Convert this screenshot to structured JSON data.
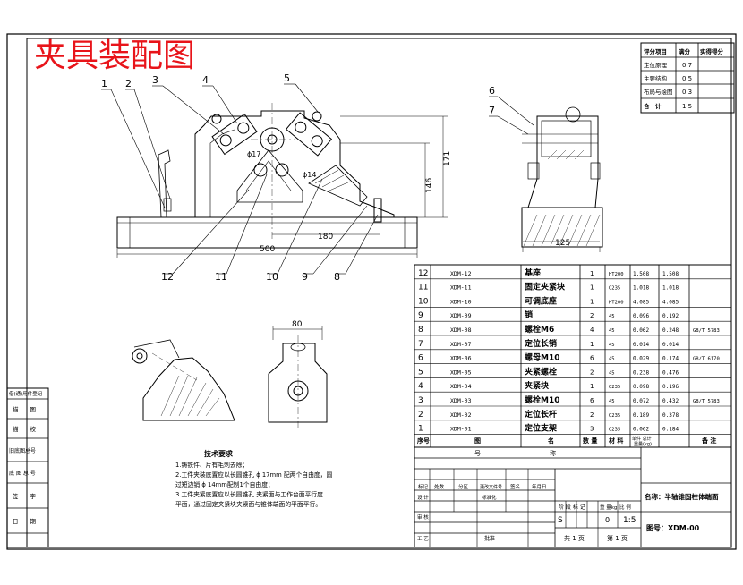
{
  "title_stamp": "夹具装配图",
  "dimensions": {
    "d500": "500",
    "d180": "180",
    "d171": "171",
    "d146": "146",
    "d125": "125",
    "d80": "80",
    "phi17": "ϕ17",
    "phi14": "ϕ14"
  },
  "balloons": [
    "1",
    "2",
    "3",
    "4",
    "5",
    "6",
    "7",
    "8",
    "9",
    "10",
    "11",
    "12"
  ],
  "score_table": {
    "headers": [
      "评分项目",
      "满分",
      "实得得分"
    ],
    "rows": [
      {
        "item": "定位原理",
        "score": "0.7"
      },
      {
        "item": "主要结构",
        "score": "0.5"
      },
      {
        "item": "布局与绘图",
        "score": "0.3"
      },
      {
        "item": "合　计",
        "score": "1.5"
      }
    ]
  },
  "bom": {
    "rows": [
      {
        "no": "12",
        "code": "XDM-12",
        "name": "基座",
        "qty": "1",
        "material": "HT200",
        "unit": "1.508",
        "total": "1.508",
        "note": ""
      },
      {
        "no": "11",
        "code": "XDM-11",
        "name": "固定夹紧块",
        "qty": "1",
        "material": "Q235",
        "unit": "1.018",
        "total": "1.018",
        "note": ""
      },
      {
        "no": "10",
        "code": "XDM-10",
        "name": "可调底座",
        "qty": "1",
        "material": "HT200",
        "unit": "4.085",
        "total": "4.085",
        "note": ""
      },
      {
        "no": "9",
        "code": "XDM-09",
        "name": "销",
        "qty": "2",
        "material": "45",
        "unit": "0.096",
        "total": "0.192",
        "note": ""
      },
      {
        "no": "8",
        "code": "XDM-08",
        "name": "螺栓M6",
        "qty": "4",
        "material": "45",
        "unit": "0.062",
        "total": "0.248",
        "note": "GB/T 5783"
      },
      {
        "no": "7",
        "code": "XDM-07",
        "name": "定位长销",
        "qty": "1",
        "material": "45",
        "unit": "0.014",
        "total": "0.014",
        "note": ""
      },
      {
        "no": "6",
        "code": "XDM-06",
        "name": "螺母M10",
        "qty": "6",
        "material": "45",
        "unit": "0.029",
        "total": "0.174",
        "note": "GB/T 6170"
      },
      {
        "no": "5",
        "code": "XDM-05",
        "name": "夹紧螺栓",
        "qty": "2",
        "material": "45",
        "unit": "0.238",
        "total": "0.476",
        "note": ""
      },
      {
        "no": "4",
        "code": "XDM-04",
        "name": "夹紧块",
        "qty": "1",
        "material": "Q235",
        "unit": "0.098",
        "total": "0.196",
        "note": ""
      },
      {
        "no": "3",
        "code": "XDM-03",
        "name": "螺栓M10",
        "qty": "6",
        "material": "45",
        "unit": "0.072",
        "total": "0.432",
        "note": "GB/T 5783"
      },
      {
        "no": "2",
        "code": "XDM-02",
        "name": "定位长杆",
        "qty": "2",
        "material": "Q235",
        "unit": "0.189",
        "total": "0.378",
        "note": ""
      },
      {
        "no": "1",
        "code": "XDM-01",
        "name": "定位支架",
        "qty": "3",
        "material": "Q235",
        "unit": "0.062",
        "total": "0.184",
        "note": ""
      }
    ],
    "headers": {
      "no": "序号",
      "code": "图",
      "name": "名",
      "qty": "数 量",
      "material": "材 料",
      "weight": "单件  总计",
      "weight_unit": "重量(kg)",
      "note": "备 注"
    }
  },
  "title_block": {
    "label_code": "号",
    "label_name": "称",
    "rev_headers": [
      "标记",
      "处数",
      "分区",
      "更改文件号",
      "签名",
      "年月日"
    ],
    "design": "设 计",
    "standard": "标准化",
    "check": "审 核",
    "process": "工 艺",
    "approve": "批准",
    "stage_mark": "阶 段 标 记",
    "weight": "重 量kg",
    "scale_label": "比 例",
    "stage_s": "S",
    "weight_val": "0",
    "scale": "1:5",
    "sheets_total": "共 1 页",
    "sheet_no": "第 1 页",
    "name": "名称：半轴锥固柱体端面",
    "drawing_no": "图号：XDM-00"
  },
  "side_table": [
    "借(通)用件登记",
    "描　　图",
    "描　　校",
    "旧底图总号",
    "底 图 总 号",
    "签　　字",
    "日　　期"
  ],
  "tech_req": {
    "title": "技术要求",
    "lines": [
      "1.铸铁件、片有毛刺去除；",
      "2.工件夹装底置应以长圆锥孔 ϕ 17mm 配两个自由度，圆",
      "过短边销 ϕ 14mm配制1个自由度；",
      "3.工件夹紧底置应以长圆锥孔 夹紧面与工作台面平行度",
      "平面，通过固定夹紧块夹紧面与锥体端面的平面平行。"
    ]
  }
}
